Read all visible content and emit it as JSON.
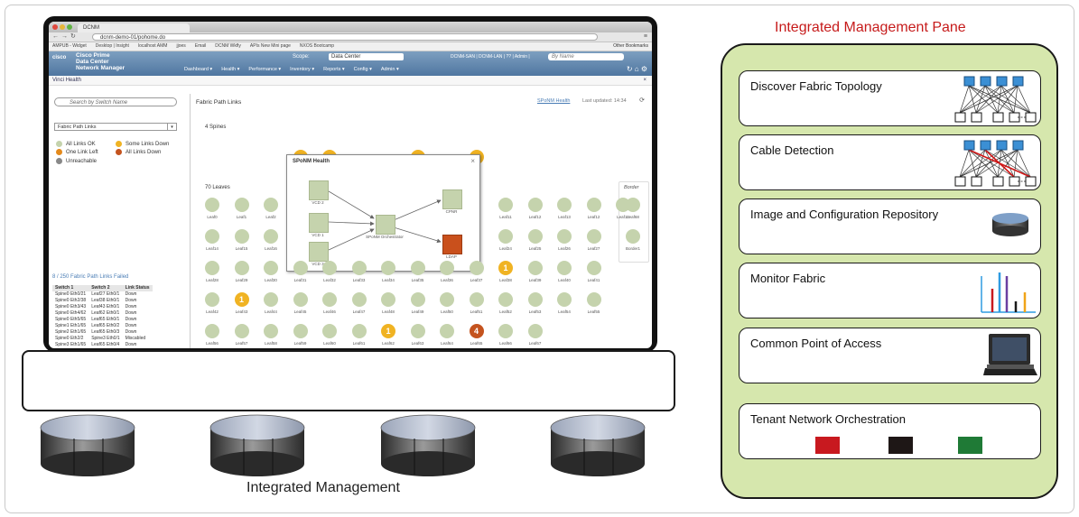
{
  "frame_label": "",
  "browser": {
    "tab_title": "DCNM",
    "url": "dcnm-demo-01/pohome.do",
    "bookmarks": [
      "AMPUB - Widget",
      "Desktop | Insight",
      "localhost AMM",
      "jjoes",
      "Email",
      "DCNM Wkfly",
      "APIs New Mini page",
      "NXOS Bootcamp"
    ],
    "other_bookmarks": "Other Bookmarks"
  },
  "app": {
    "logo": "cisco",
    "name_lines": [
      "Cisco Prime",
      "Data Center",
      "Network Manager"
    ],
    "scope_label": "Scope:",
    "scope_value": "Data Center",
    "header_links": "DCNM-SAN | DCNM-LAN | ?? | Admin |",
    "search_placeholder": "By Name",
    "menus": [
      "Dashboard ▾",
      "Health ▾",
      "Performance ▾",
      "Inventory ▾",
      "Reports ▾",
      "Config ▾",
      "Admin ▾"
    ],
    "breadcrumb": "Vinci Health"
  },
  "left_panel": {
    "search_placeholder": "Search by Switch Name",
    "select_value": "Fabric Path Links",
    "legend": [
      {
        "label": "All Links OK",
        "color": "#c5d3ad"
      },
      {
        "label": "Some Links Down",
        "color": "#f0b323"
      },
      {
        "label": "One Link Left",
        "color": "#e48a1c"
      },
      {
        "label": "All Links Down",
        "color": "#c4531e"
      },
      {
        "label": "Unreachable",
        "color": "#888888"
      }
    ],
    "failure_caption": "8 / 250 Fabric Path Links Failed",
    "table_headers": [
      "Switch 1",
      "Switch 2",
      "Link Status"
    ],
    "table_rows": [
      [
        "Spine0 Eth0/21",
        "Leaf27 Eth0/1",
        "Down"
      ],
      [
        "Spine0 Eth2/38",
        "Leaf38 Eth0/1",
        "Down"
      ],
      [
        "Spine0 Eth3/43",
        "Leaf43 Eth0/1",
        "Down"
      ],
      [
        "Spine0 Eth4/62",
        "Leaf62 Eth0/1",
        "Down"
      ],
      [
        "Spine0 Eth5/65",
        "Leaf65 Eth0/1",
        "Down"
      ],
      [
        "Spine1 Eth1/65",
        "Leaf65 Eth0/2",
        "Down"
      ],
      [
        "Spine2 Eth1/65",
        "Leaf65 Eth0/3",
        "Down"
      ],
      [
        "Spine0 Eth2/2",
        "Spine3 Eth0/1",
        "Miscabled"
      ],
      [
        "Spine3 Eth1/65",
        "Leaf65 Eth0/4",
        "Down"
      ]
    ]
  },
  "main_panel": {
    "title": "Fabric Path Links",
    "health_link": "SPoNM Health",
    "last_updated": "Last updated: 14:34",
    "spines_label": "4 Spines",
    "leaves_label": "70 Leaves",
    "border_label": "Border",
    "rows": [
      {
        "nodes": [
          {
            "label": "Leaf0",
            "status": "ok",
            "count": ""
          },
          {
            "label": "Leaf1",
            "status": "ok",
            "count": ""
          },
          {
            "label": "Leaf2",
            "status": "ok",
            "count": ""
          },
          {
            "label": "Leaf11",
            "status": "ok",
            "count": ""
          },
          {
            "label": "Leaf12",
            "status": "ok",
            "count": ""
          },
          {
            "label": "Leaf13",
            "status": "ok",
            "count": ""
          },
          {
            "label": "Leaf12",
            "status": "ok",
            "count": ""
          },
          {
            "label": "Leaf13",
            "status": "ok",
            "count": ""
          }
        ]
      },
      {
        "nodes": [
          {
            "label": "Leaf14",
            "status": "ok",
            "count": ""
          },
          {
            "label": "Leaf15",
            "status": "ok",
            "count": ""
          },
          {
            "label": "Leaf16",
            "status": "ok",
            "count": ""
          },
          {
            "label": "Leaf24",
            "status": "ok",
            "count": ""
          },
          {
            "label": "Leaf25",
            "status": "ok",
            "count": ""
          },
          {
            "label": "Leaf26",
            "status": "ok",
            "count": ""
          },
          {
            "label": "Leaf27",
            "status": "ok",
            "count": ""
          }
        ]
      },
      {
        "nodes": [
          {
            "label": "Leaf28",
            "status": "ok",
            "count": ""
          },
          {
            "label": "Leaf29",
            "status": "ok",
            "count": ""
          },
          {
            "label": "Leaf30",
            "status": "ok",
            "count": ""
          },
          {
            "label": "Leaf31",
            "status": "ok",
            "count": ""
          },
          {
            "label": "Leaf32",
            "status": "ok",
            "count": ""
          },
          {
            "label": "Leaf33",
            "status": "ok",
            "count": ""
          },
          {
            "label": "Leaf34",
            "status": "ok",
            "count": ""
          },
          {
            "label": "Leaf35",
            "status": "ok",
            "count": ""
          },
          {
            "label": "Leaf36",
            "status": "ok",
            "count": ""
          },
          {
            "label": "Leaf37",
            "status": "ok",
            "count": ""
          },
          {
            "label": "Leaf38",
            "status": "some",
            "count": "1"
          },
          {
            "label": "Leaf39",
            "status": "ok",
            "count": ""
          },
          {
            "label": "Leaf40",
            "status": "ok",
            "count": ""
          },
          {
            "label": "Leaf41",
            "status": "ok",
            "count": ""
          }
        ]
      },
      {
        "nodes": [
          {
            "label": "Leaf42",
            "status": "ok",
            "count": ""
          },
          {
            "label": "Leaf43",
            "status": "some",
            "count": "1"
          },
          {
            "label": "Leaf44",
            "status": "ok",
            "count": ""
          },
          {
            "label": "Leaf45",
            "status": "ok",
            "count": ""
          },
          {
            "label": "Leaf46",
            "status": "ok",
            "count": ""
          },
          {
            "label": "Leaf47",
            "status": "ok",
            "count": ""
          },
          {
            "label": "Leaf48",
            "status": "ok",
            "count": ""
          },
          {
            "label": "Leaf49",
            "status": "ok",
            "count": ""
          },
          {
            "label": "Leaf50",
            "status": "ok",
            "count": ""
          },
          {
            "label": "Leaf51",
            "status": "ok",
            "count": ""
          },
          {
            "label": "Leaf52",
            "status": "ok",
            "count": ""
          },
          {
            "label": "Leaf53",
            "status": "ok",
            "count": ""
          },
          {
            "label": "Leaf54",
            "status": "ok",
            "count": ""
          },
          {
            "label": "Leaf55",
            "status": "ok",
            "count": ""
          }
        ]
      },
      {
        "nodes": [
          {
            "label": "Leaf56",
            "status": "ok",
            "count": ""
          },
          {
            "label": "Leaf57",
            "status": "ok",
            "count": ""
          },
          {
            "label": "Leaf58",
            "status": "ok",
            "count": ""
          },
          {
            "label": "Leaf59",
            "status": "ok",
            "count": ""
          },
          {
            "label": "Leaf60",
            "status": "ok",
            "count": ""
          },
          {
            "label": "Leaf61",
            "status": "ok",
            "count": ""
          },
          {
            "label": "Leaf62",
            "status": "some",
            "count": "1"
          },
          {
            "label": "Leaf63",
            "status": "ok",
            "count": ""
          },
          {
            "label": "Leaf64",
            "status": "ok",
            "count": ""
          },
          {
            "label": "Leaf65",
            "status": "down",
            "count": "4"
          },
          {
            "label": "Leaf66",
            "status": "ok",
            "count": ""
          },
          {
            "label": "Leaf67",
            "status": "ok",
            "count": ""
          }
        ]
      }
    ],
    "border_nodes": [
      "Leaf68",
      "Border1"
    ]
  },
  "popup": {
    "title": "SPoNM Health",
    "nodes": [
      "VCD 2",
      "VCD 1",
      "VCD 3",
      "SPoNM Orchestrator",
      "CPNR",
      "LDAP"
    ]
  },
  "caption_left": "Integrated Management",
  "pane_title": "Integrated Management Pane",
  "cards": [
    {
      "title": "Discover Fabric Topology",
      "icon": "fabric-topology-icon"
    },
    {
      "title": "Cable Detection",
      "icon": "cable-detection-icon"
    },
    {
      "title": "Image and Configuration Repository",
      "icon": "repository-disk-icon"
    },
    {
      "title": "Monitor Fabric",
      "icon": "monitor-bars-icon"
    },
    {
      "title": "Common Point of Access",
      "icon": "laptop-icon"
    },
    {
      "title": "Tenant Network Orchestration",
      "icon": "tenant-squares-icon"
    }
  ],
  "tenant_colors": [
    "#c8191f",
    "#1e1716",
    "#1f7a36"
  ],
  "monitor_bar_colors": [
    "#2f9be0",
    "#c8191f",
    "#2f9be0",
    "#6b3fa0",
    "#1a1a1a",
    "#f0a418"
  ],
  "status_colors": {
    "ok": "#c5d3ad",
    "some": "#f0b323",
    "down": "#c4531e"
  }
}
